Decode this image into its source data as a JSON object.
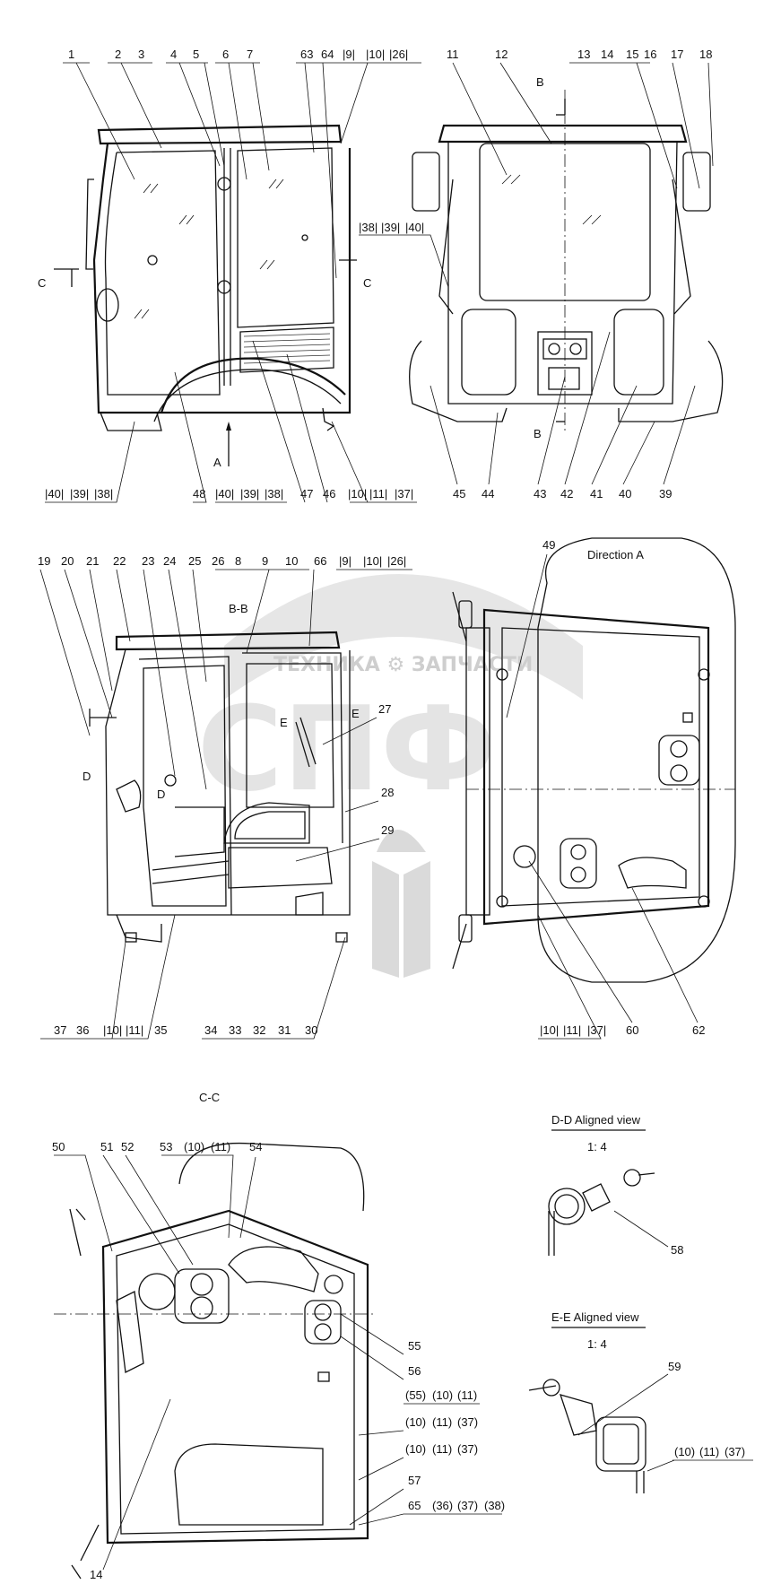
{
  "views": {
    "section_bb": "B-B",
    "direction_a": "Direction A",
    "section_cc": "C-C",
    "dd_title": "D-D Aligned view",
    "dd_scale": "1: 4",
    "ee_title": "E-E Aligned view",
    "ee_scale": "1: 4"
  },
  "markers": {
    "c1": "C",
    "c2": "C",
    "a": "A",
    "b_top": "B",
    "b_bot": "B",
    "d1": "D",
    "d2": "D",
    "e1": "E",
    "e2": "E"
  },
  "watermark": {
    "text": "ТЕХНИКА ⚙ ЗАПЧАСТИ",
    "logo": "СПФ",
    "color": "#c9c9c9"
  },
  "callouts": {
    "top_left": [
      "1",
      "2",
      "3",
      "4",
      "5",
      "6",
      "7",
      "63",
      "64",
      "|9|",
      "|10|",
      "|26|"
    ],
    "top_right": [
      "11",
      "12",
      "13",
      "14",
      "15",
      "16",
      "17",
      "18"
    ],
    "mid_left_bracket": [
      "|38|",
      "|39|",
      "|40|"
    ],
    "row1_bottom_left": [
      "|40|",
      "|39|",
      "|38|"
    ],
    "row1_bottom_mid": [
      "48",
      "|40|",
      "|39|",
      "|38|",
      "47",
      "46",
      "|10|",
      "|11|",
      "|37|"
    ],
    "row1_bottom_right": [
      "45",
      "44",
      "43",
      "42",
      "41",
      "40",
      "39"
    ],
    "row2_top_left": [
      "19",
      "20",
      "21",
      "22",
      "23",
      "24",
      "25",
      "26",
      "8",
      "9",
      "10",
      "66",
      "|9|",
      "|10|",
      "|26|"
    ],
    "row2_top_right": [
      "49"
    ],
    "row2_side": [
      "27",
      "28",
      "29"
    ],
    "row2_bottom_left": [
      "37",
      "36",
      "|10|",
      "|11|",
      "35",
      "34",
      "33",
      "32",
      "31",
      "30"
    ],
    "row2_bottom_right": [
      "|10|",
      "|11|",
      "|37|",
      "60",
      "62"
    ],
    "cc_top": [
      "50",
      "51",
      "52",
      "53",
      "(10)",
      "(11)",
      "54"
    ],
    "cc_right": [
      "55",
      "56",
      "(55)",
      "(10)",
      "(11)",
      "(10)",
      "(11)",
      "(37)",
      "(10)",
      "(11)",
      "(37)",
      "57",
      "65",
      "(36)",
      "(37)",
      "(38)"
    ],
    "cc_bottom": [
      "14"
    ],
    "dd": [
      "58"
    ],
    "ee": [
      "59",
      "(10)",
      "(11)",
      "(37)"
    ]
  }
}
